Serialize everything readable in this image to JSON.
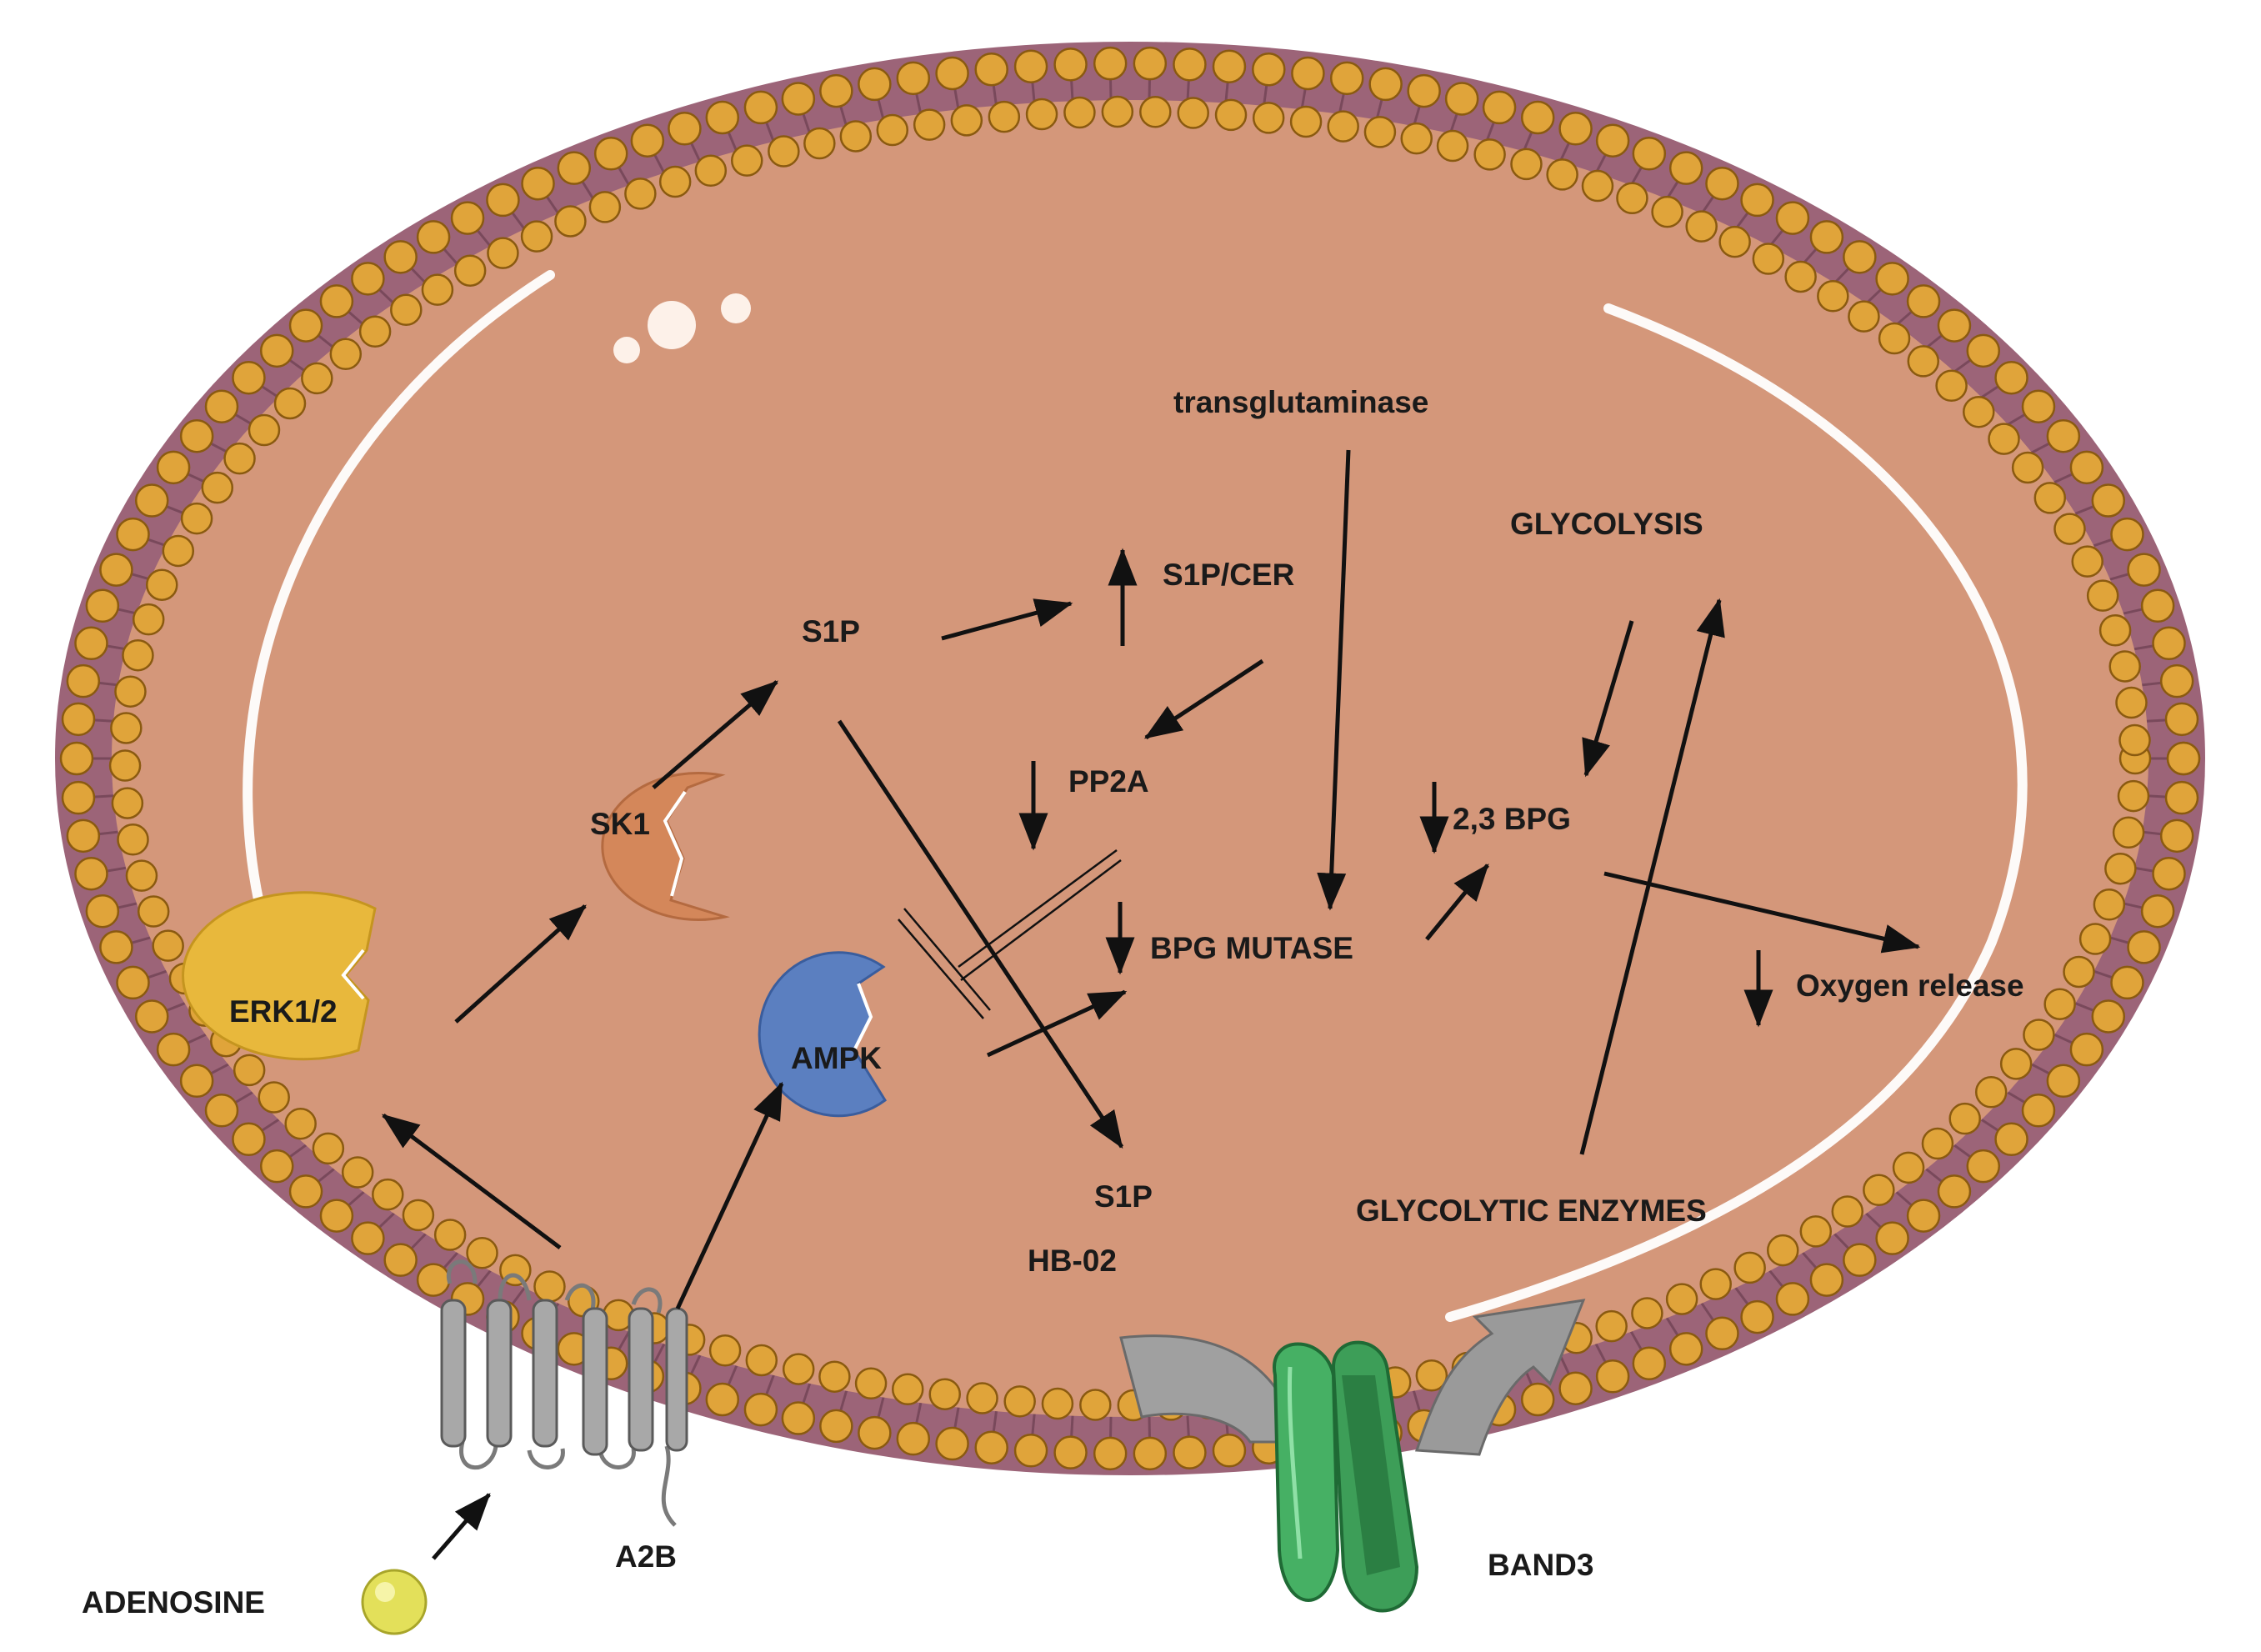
{
  "labels": {
    "transglutaminase": "transglutaminase",
    "glycolysis": "GLYCOLYSIS",
    "s1p_cer": "S1P/CER",
    "s1p_top": "S1P",
    "pp2a": "PP2A",
    "bpg_23": "2,3 BPG",
    "bpg_mutase": "BPG MUTASE",
    "oxygen_release": "Oxygen release",
    "sk1": "SK1",
    "erk12": "ERK1/2",
    "ampk": "AMPK",
    "s1p_bottom": "S1P",
    "hb_o2": "HB-02",
    "glycolytic_enzymes": "GLYCOLYTIC ENZYMES",
    "a2b": "A2B",
    "adenosine": "ADENOSINE",
    "band3": "BAND3"
  },
  "colors": {
    "cytoplasm": "#d4977a",
    "membrane_band": "#9c6478",
    "lipid_head": "#e0a43a",
    "erk_enzyme": "#e8b83c",
    "sk1_enzyme": "#d4875a",
    "ampk_enzyme": "#5b7fc0",
    "band3_channel": "#3da35a",
    "adenosine": "#e3e05a",
    "receptor": "#9a9a9a",
    "transport_arrow": "#9a9a9a"
  },
  "icons": [
    "cell-membrane",
    "erk-enzyme-icon",
    "sk1-enzyme-icon",
    "ampk-enzyme-icon",
    "a2b-receptor-icon",
    "band3-channel-icon",
    "adenosine-molecule-icon",
    "transport-arrow-icon"
  ]
}
